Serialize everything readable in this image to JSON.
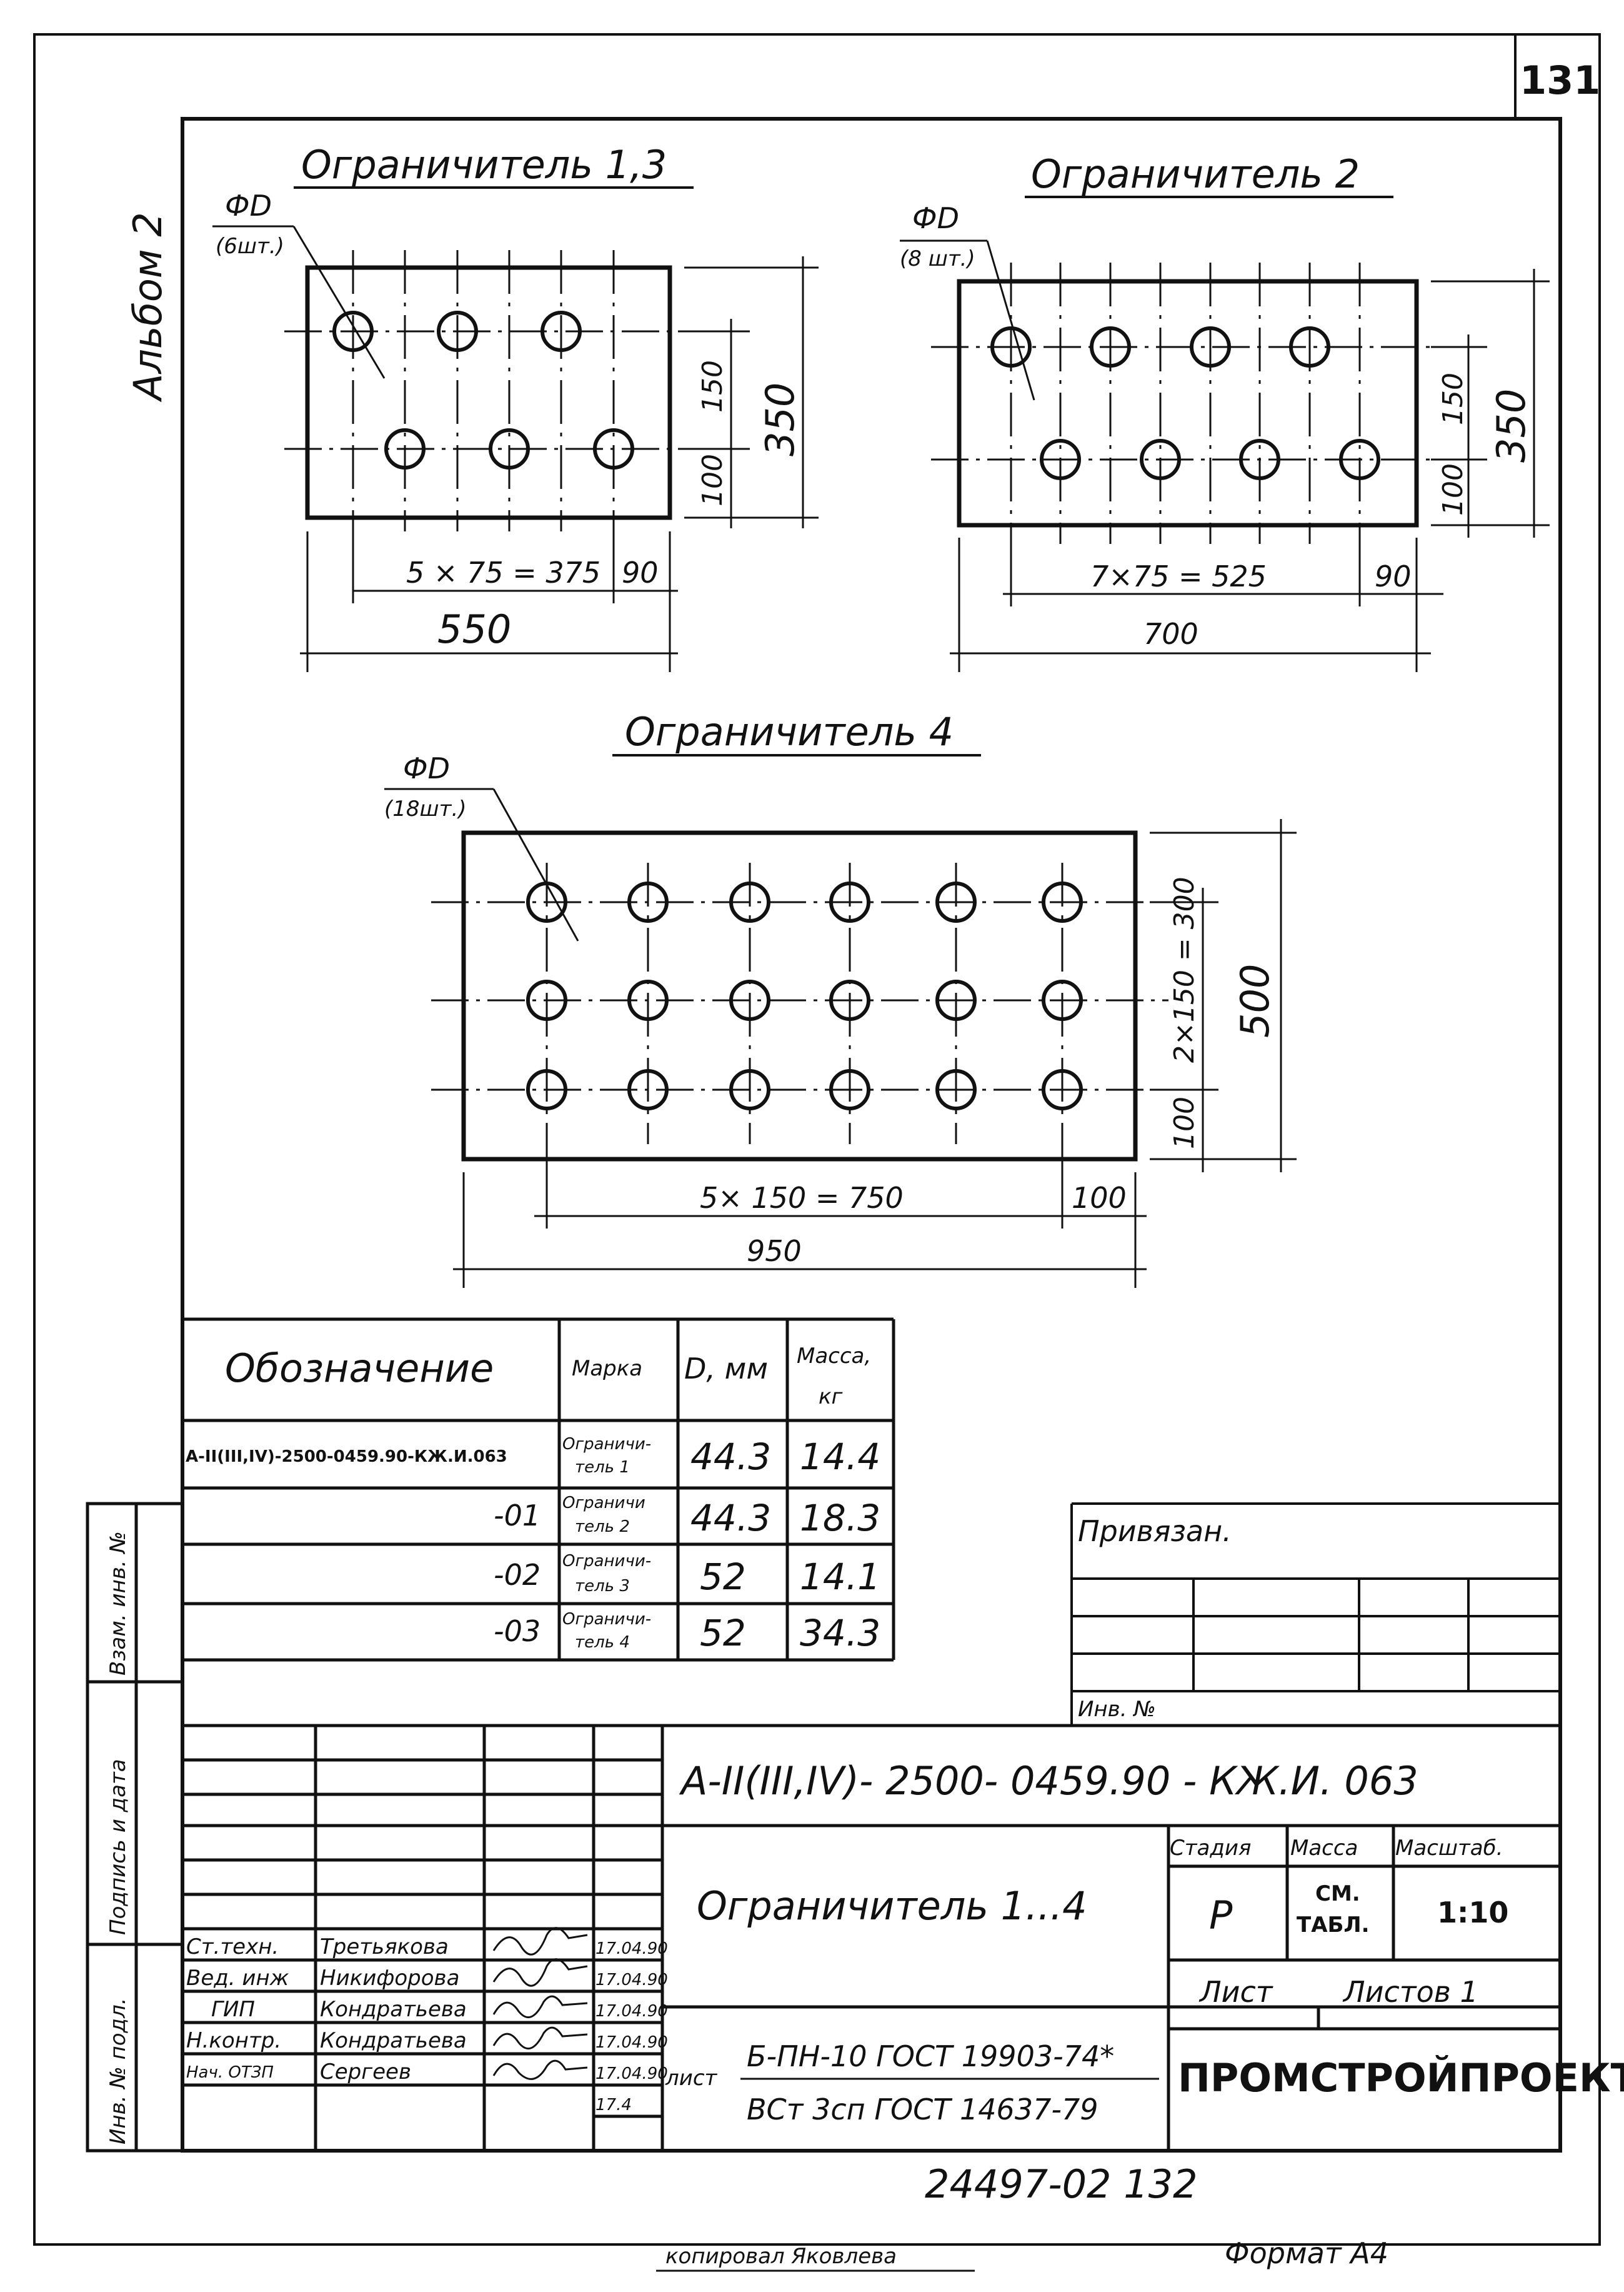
{
  "page": {
    "number": "131",
    "album": "Альбом 2"
  },
  "drawings": [
    {
      "title": "Ограничитель 1,3",
      "hole_label": "ФD",
      "hole_count": "(6шт.)",
      "dims": {
        "horiz_chain": "5 × 75 = 375",
        "horiz_edge": "90",
        "overall_width": "550",
        "vert_pitch": "150",
        "vert_edge": "100",
        "overall_height": "350"
      }
    },
    {
      "title": "Ограничитель 2",
      "hole_label": "ФD",
      "hole_count": "(8 шт.)",
      "dims": {
        "horiz_chain": "7×75 = 525",
        "horiz_edge": "90",
        "overall_width": "700",
        "vert_pitch": "150",
        "vert_edge": "100",
        "overall_height": "350"
      }
    },
    {
      "title": "Ограничитель 4",
      "hole_label": "ФD",
      "hole_count": "(18шт.)",
      "dims": {
        "horiz_chain": "5× 150 = 750",
        "horiz_edge": "100",
        "overall_width": "950",
        "vert_pitch": "2×150 = 300",
        "vert_edge": "100",
        "overall_height": "500"
      }
    }
  ],
  "spec_table": {
    "headers": {
      "designation": "Обозначение",
      "mark": "Марка",
      "diameter": "D, мм",
      "mass_1": "Масса,",
      "mass_2": "кг"
    },
    "rows": [
      {
        "designation": "А-II(III,IV)-2500-0459.90-КЖ.И.063",
        "mark_1": "Ограничи-",
        "mark_2": "тель 1",
        "d": "44.3",
        "mass": "14.4"
      },
      {
        "designation": "-01",
        "mark_1": "Ограничи",
        "mark_2": "тель 2",
        "d": "44.3",
        "mass": "18.3"
      },
      {
        "designation": "-02",
        "mark_1": "Ограничи-",
        "mark_2": "тель 3",
        "d": "52",
        "mass": "14.1"
      },
      {
        "designation": "-03",
        "mark_1": "Ограничи-",
        "mark_2": "тель 4",
        "d": "52",
        "mass": "34.3"
      }
    ]
  },
  "binding_block": {
    "label": "Привязан.",
    "inv_label": "Инв. №"
  },
  "side_stamp": {
    "vzam": "Взам. инв. №",
    "podpis": "Подпись и дата",
    "inv_podl": "Инв. № подл."
  },
  "title_block": {
    "code": "А-II(III,IV)- 2500- 0459.90 - КЖ.И. 063",
    "name": "Ограничитель 1...4",
    "stage_label": "Стадия",
    "mass_label": "Масса",
    "scale_label": "Масштаб.",
    "stage": "Р",
    "mass_1": "СМ.",
    "mass_2": "ТАБЛ.",
    "scale": "1:10",
    "sheet_label": "Лист",
    "sheets_label": "Листов 1",
    "org": "ПРОМСТРОЙПРОЕКТ",
    "material_label": "лист",
    "material_1": "Б-ПН-10 ГОСТ 19903-74*",
    "material_2": "ВСт 3сп ГОСТ 14637-79",
    "people": [
      {
        "role": "Ст.техн.",
        "name": "Третьякова",
        "date": "17.04.90"
      },
      {
        "role": "Вед. инж",
        "name": "Никифорова",
        "date": "17.04.90"
      },
      {
        "role": "ГИП",
        "name": "Кондратьева",
        "date": "17.04.90"
      },
      {
        "role": "Н.контр.",
        "name": "Кондратьева",
        "date": "17.04.90"
      },
      {
        "role": "Нач. ОТЗП",
        "name": "Сергеев",
        "date": "17.04.90"
      }
    ],
    "last_date": "17.4"
  },
  "footer": {
    "inventory": "24497-02   132",
    "copied": "копировал Яковлева",
    "format": "Формат А4"
  }
}
